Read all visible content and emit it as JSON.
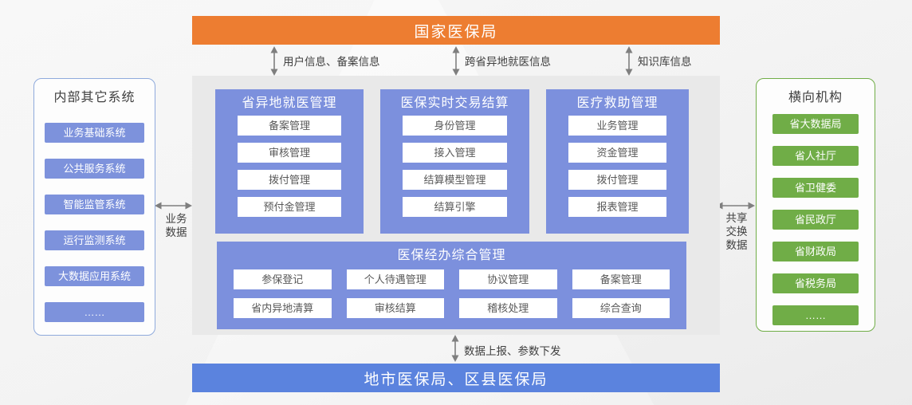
{
  "top_bar": {
    "label": "国家医保局"
  },
  "bottom_bar": {
    "label": "地市医保局、区县医保局"
  },
  "top_flows": [
    {
      "label": "用户信息、备案信息"
    },
    {
      "label": "跨省异地就医信息"
    },
    {
      "label": "知识库信息"
    }
  ],
  "side_flows": {
    "left": {
      "lines": [
        "业务",
        "数据"
      ]
    },
    "right": {
      "lines": [
        "共享",
        "交换",
        "数据"
      ]
    }
  },
  "bottom_flow": {
    "label": "数据上报、参数下发"
  },
  "left_box": {
    "title": "内部其它系统",
    "items": [
      "业务基础系统",
      "公共服务系统",
      "智能监管系统",
      "运行监测系统",
      "大数据应用系统",
      "……"
    ]
  },
  "right_box": {
    "title": "横向机构",
    "items": [
      "省大数据局",
      "省人社厅",
      "省卫健委",
      "省民政厅",
      "省财政局",
      "省税务局",
      "……"
    ]
  },
  "panels": [
    {
      "title": "省异地就医管理",
      "items": [
        "备案管理",
        "审核管理",
        "拨付管理",
        "预付金管理"
      ]
    },
    {
      "title": "医保实时交易结算",
      "items": [
        "身份管理",
        "接入管理",
        "结算模型管理",
        "结算引擎"
      ]
    },
    {
      "title": "医疗救助管理",
      "items": [
        "业务管理",
        "资金管理",
        "拨付管理",
        "报表管理"
      ]
    }
  ],
  "bottom_panel": {
    "title": "医保经办综合管理",
    "rows": [
      [
        "参保登记",
        "个人待遇管理",
        "协议管理",
        "备案管理"
      ],
      [
        "省内异地清算",
        "审核结算",
        "稽核处理",
        "综合查询"
      ]
    ]
  },
  "colors": {
    "orange": "#ED7D31",
    "periwinkle": "#7C90DD",
    "blue": "#5B83DE",
    "green": "#70AD47",
    "gray_area": "#E9E9E9",
    "left_border": "#8FAADC",
    "arrow_gray": "#7F7F7F"
  }
}
